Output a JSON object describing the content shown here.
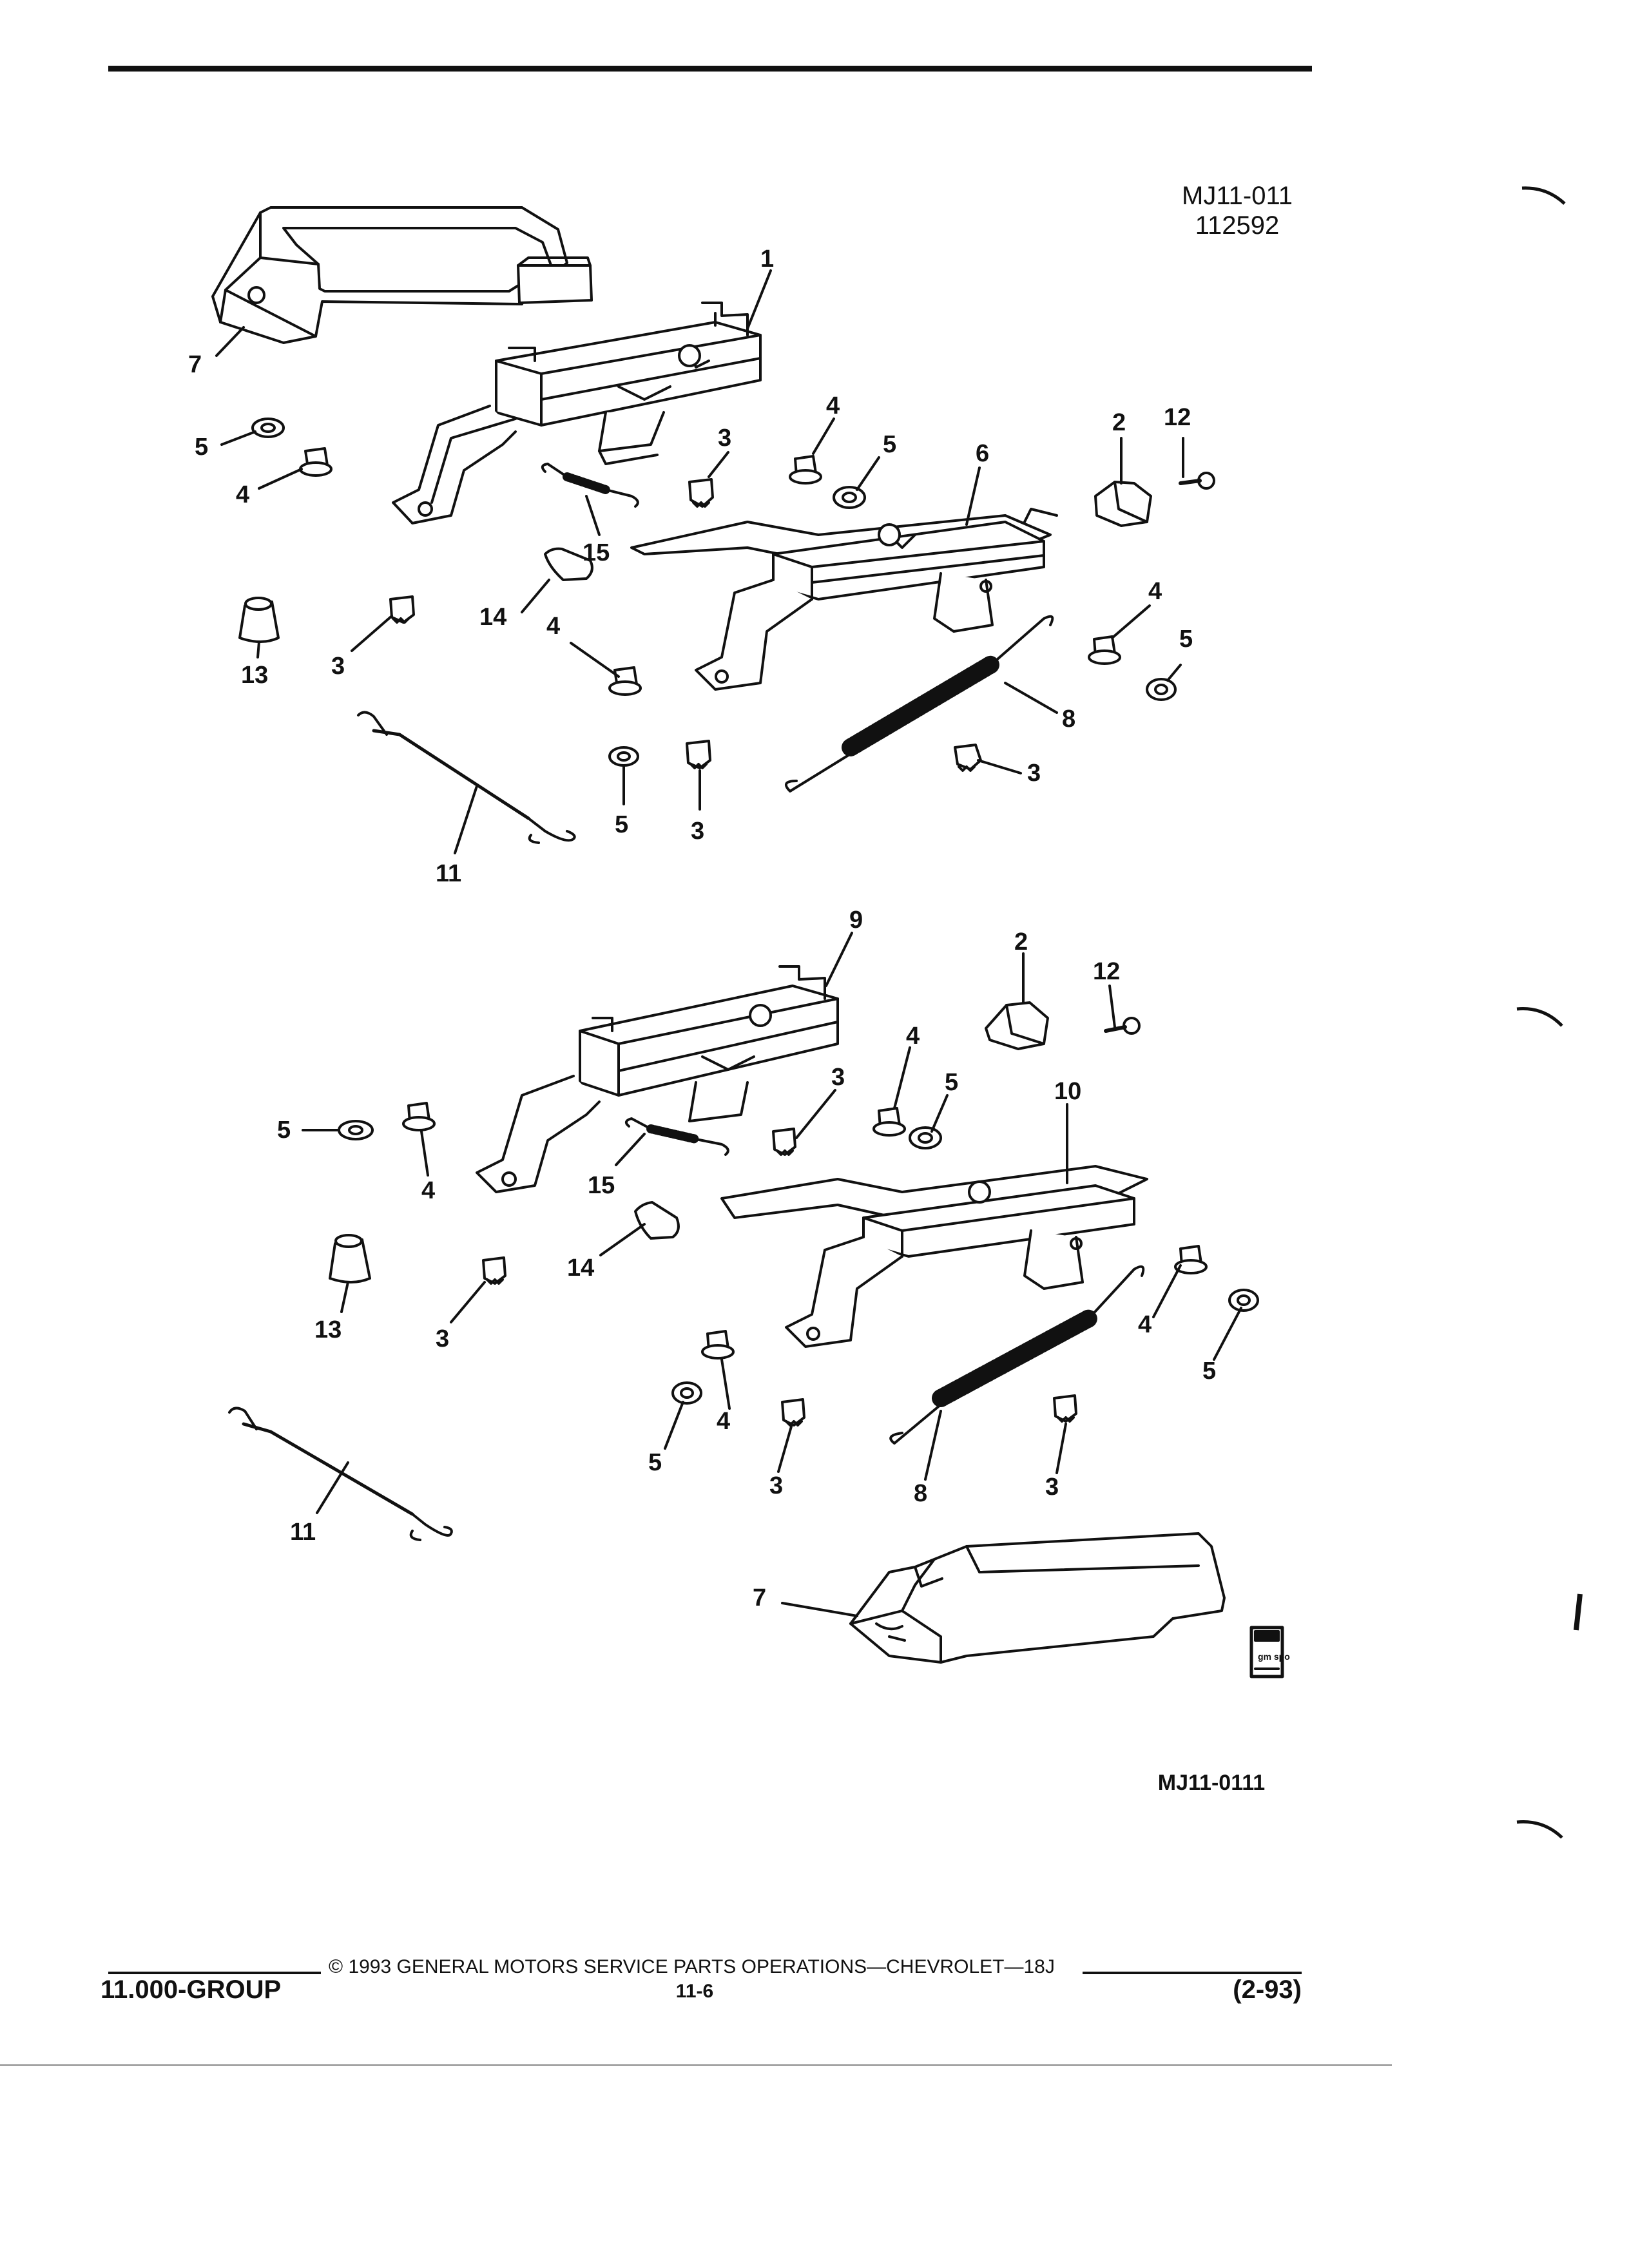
{
  "header": {
    "figure_id": "MJ11-011",
    "date_code": "112592"
  },
  "figure": {
    "bottom_code": "MJ11-0111",
    "logo_text": "gm spo",
    "callouts": {
      "c1": "1",
      "c2": "2",
      "c3": "3",
      "c4": "4",
      "c5": "5",
      "c6": "6",
      "c7": "7",
      "c8": "8",
      "c9": "9",
      "c10": "10",
      "c11": "11",
      "c12": "12",
      "c13": "13",
      "c14": "14",
      "c15": "15"
    }
  },
  "footer": {
    "group": "11.000-GROUP",
    "copyright": "© 1993 GENERAL MOTORS SERVICE PARTS OPERATIONS—CHEVROLET—18J",
    "page_number": "11-6",
    "revision": "(2-93)"
  },
  "colors": {
    "ink": "#111111",
    "paper": "#ffffff"
  }
}
